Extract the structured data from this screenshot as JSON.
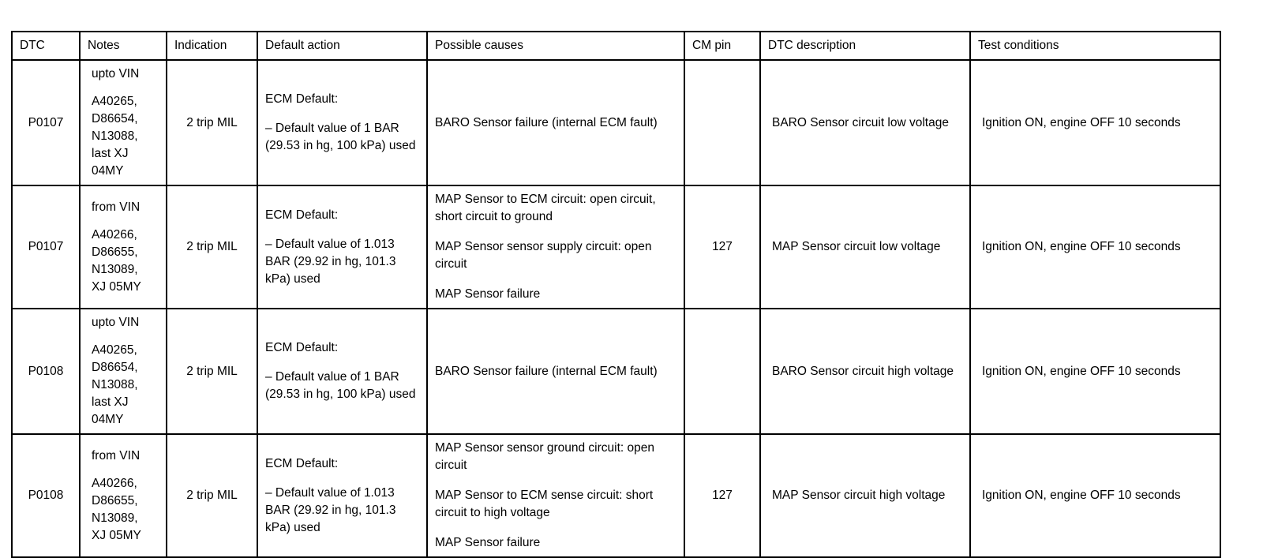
{
  "table": {
    "headers": [
      {
        "key": "dtc",
        "label": "DTC"
      },
      {
        "key": "notes",
        "label": "Notes"
      },
      {
        "key": "indication",
        "label": "Indication"
      },
      {
        "key": "default_action",
        "label": "Default action"
      },
      {
        "key": "possible_causes",
        "label": "Possible causes"
      },
      {
        "key": "cm_pin",
        "label": "CM pin"
      },
      {
        "key": "dtc_description",
        "label": "DTC description"
      },
      {
        "key": "test_conditions",
        "label": "Test conditions"
      }
    ],
    "rows": [
      {
        "dtc": "P0107",
        "notes_head": "upto VIN",
        "notes_lines": [
          "A40265,",
          "D86654,",
          "N13088,",
          "last XJ",
          "04MY"
        ],
        "indication": "2 trip MIL",
        "default_action_head": "ECM Default:",
        "default_action_body": "– Default value of 1 BAR (29.53 in hg, 100 kPa) used",
        "causes": [
          "BARO Sensor failure (internal ECM fault)"
        ],
        "cm_pin": "",
        "dtc_description": "BARO Sensor circuit low voltage",
        "test_conditions": "Ignition ON, engine OFF 10 seconds"
      },
      {
        "dtc": "P0107",
        "notes_head": "from VIN",
        "notes_lines": [
          "A40266,",
          "D86655,",
          "N13089,",
          "XJ 05MY"
        ],
        "indication": "2 trip MIL",
        "default_action_head": "ECM Default:",
        "default_action_body": "– Default value of 1.013 BAR (29.92 in hg, 101.3 kPa) used",
        "causes": [
          "MAP Sensor to ECM circuit: open circuit, short circuit to ground",
          "MAP Sensor sensor supply circuit: open circuit",
          "MAP Sensor failure"
        ],
        "cm_pin": "127",
        "dtc_description": "MAP Sensor circuit low voltage",
        "test_conditions": "Ignition ON, engine OFF 10 seconds"
      },
      {
        "dtc": "P0108",
        "notes_head": "upto VIN",
        "notes_lines": [
          "A40265,",
          "D86654,",
          "N13088,",
          "last XJ",
          "04MY"
        ],
        "indication": "2 trip MIL",
        "default_action_head": "ECM Default:",
        "default_action_body": "– Default value of 1 BAR (29.53 in hg, 100 kPa) used",
        "causes": [
          "BARO Sensor failure (internal ECM fault)"
        ],
        "cm_pin": "",
        "dtc_description": "BARO Sensor circuit high voltage",
        "test_conditions": "Ignition ON, engine OFF 10 seconds"
      },
      {
        "dtc": "P0108",
        "notes_head": "from VIN",
        "notes_lines": [
          "A40266,",
          "D86655,",
          "N13089,",
          "XJ 05MY"
        ],
        "indication": "2 trip MIL",
        "default_action_head": "ECM Default:",
        "default_action_body": "– Default value of 1.013 BAR (29.92 in hg, 101.3 kPa) used",
        "causes": [
          "MAP Sensor sensor ground circuit: open circuit",
          "MAP Sensor to ECM sense circuit: short circuit to high voltage",
          "MAP Sensor failure"
        ],
        "cm_pin": "127",
        "dtc_description": "MAP Sensor circuit high voltage",
        "test_conditions": "Ignition ON, engine OFF 10 seconds"
      }
    ]
  }
}
